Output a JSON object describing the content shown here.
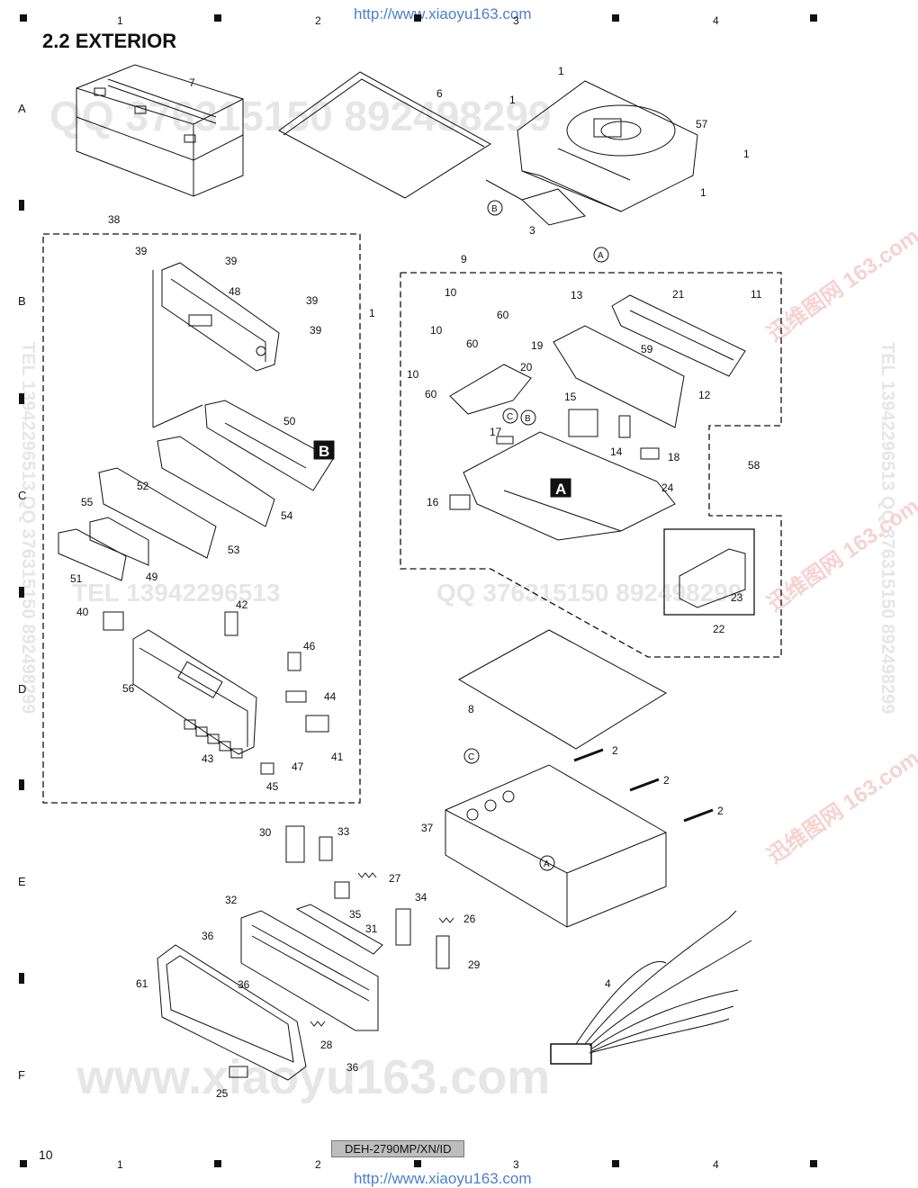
{
  "header": {
    "url": "http://www.xiaoyu163.com",
    "title": "2.2  EXTERIOR",
    "columns": [
      "1",
      "2",
      "3",
      "4"
    ],
    "rows": [
      "A",
      "B",
      "C",
      "D",
      "E",
      "F"
    ]
  },
  "footer": {
    "page_number": "10",
    "model": "DEH-2790MP/XN/ID",
    "url": "http://www.xiaoyu163.com",
    "columns": [
      "1",
      "2",
      "3",
      "4"
    ]
  },
  "watermarks": {
    "qq_top": "QQ 376315150   892498299",
    "tel_mid": "TEL 13942296513",
    "qq_mid": "QQ 376315150 892498299",
    "site": "www.xiaoyu163.com",
    "tel_vertical": "TEL 13942296513  QQ 376315150  892498299",
    "cn_site": "迅维图网 163.com"
  },
  "diagram": {
    "group_labels": [
      "38",
      "9",
      "22"
    ],
    "sub_labels": [
      "A",
      "B"
    ],
    "reference_marks": [
      "A",
      "B",
      "C"
    ],
    "part_numbers": [
      "1",
      "2",
      "3",
      "4",
      "6",
      "7",
      "8",
      "10",
      "11",
      "12",
      "13",
      "14",
      "15",
      "16",
      "17",
      "18",
      "19",
      "20",
      "21",
      "23",
      "24",
      "25",
      "26",
      "27",
      "28",
      "29",
      "30",
      "31",
      "32",
      "33",
      "34",
      "35",
      "36",
      "37",
      "39",
      "40",
      "41",
      "42",
      "43",
      "44",
      "45",
      "46",
      "47",
      "48",
      "49",
      "50",
      "51",
      "52",
      "53",
      "54",
      "55",
      "56",
      "57",
      "58",
      "59",
      "60",
      "61"
    ]
  }
}
